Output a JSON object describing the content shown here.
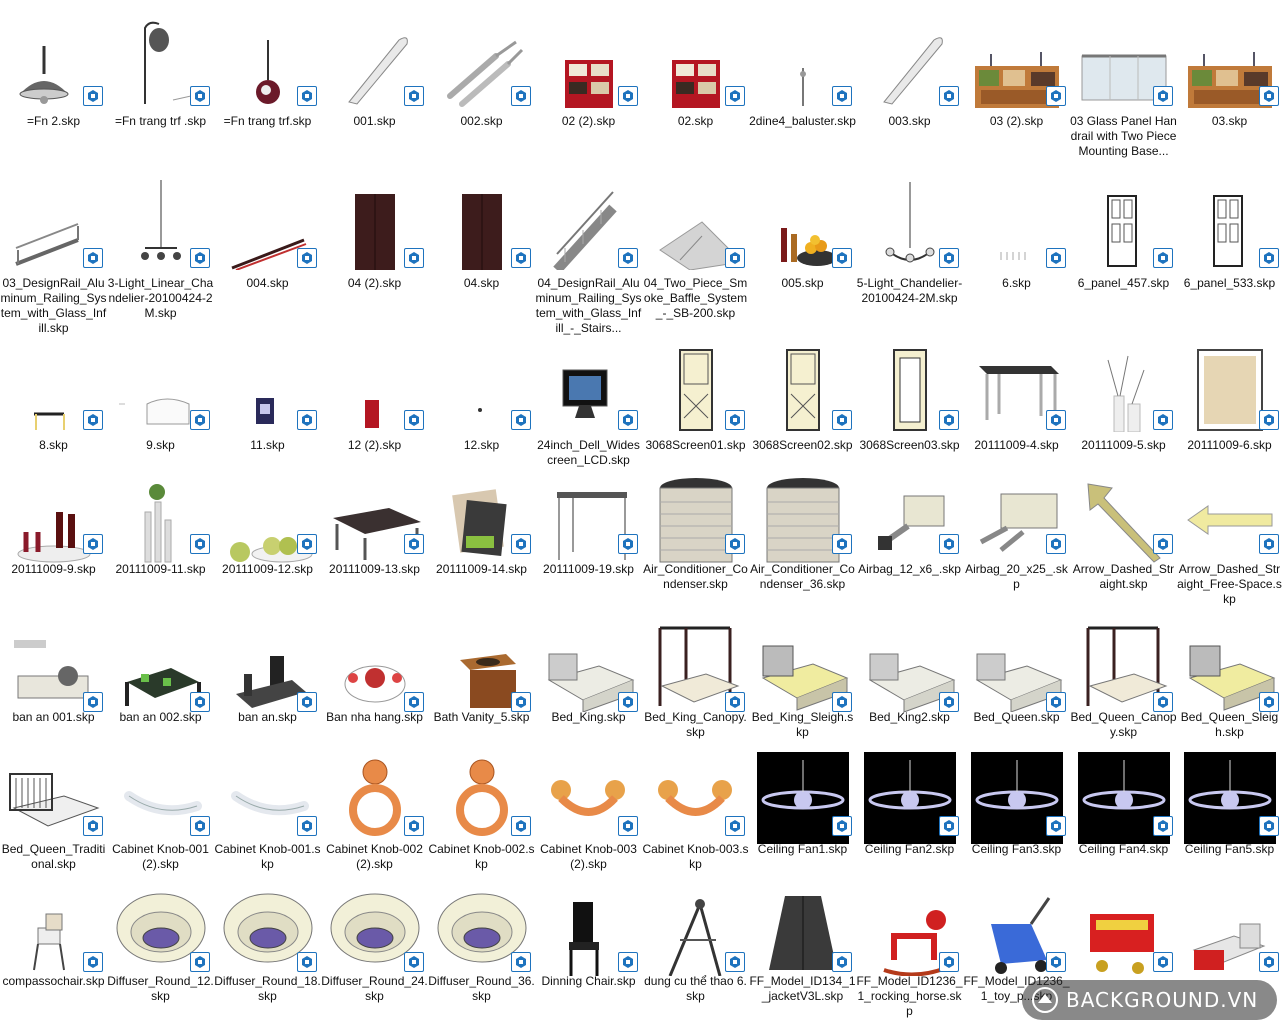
{
  "window": {
    "title": ""
  },
  "badge_icon": "sketchup-file-icon",
  "colors": {
    "badge_border": "#1e73be",
    "badge_fill": "#ffffff"
  },
  "watermark": {
    "text": "BACKGROUND.VN"
  },
  "files": [
    {
      "name": "=Fn 2.skp",
      "icon": "pendant-lamp"
    },
    {
      "name": "=Fn trang trf .skp",
      "icon": "floor-lamp"
    },
    {
      "name": "=Fn trang trf.skp",
      "icon": "pendant-lamp-small"
    },
    {
      "name": "001.skp",
      "icon": "knife"
    },
    {
      "name": "002.skp",
      "icon": "forks"
    },
    {
      "name": "02 (2).skp",
      "icon": "red-shelf"
    },
    {
      "name": "02.skp",
      "icon": "red-shelf"
    },
    {
      "name": "2dine4_baluster.skp",
      "icon": "baluster"
    },
    {
      "name": "003.skp",
      "icon": "knife"
    },
    {
      "name": "03 (2).skp",
      "icon": "bookshelf"
    },
    {
      "name": "03 Glass Panel Handrail with Two Piece Mounting Base...",
      "icon": "glass-rail"
    },
    {
      "name": "03.skp",
      "icon": "bookshelf"
    },
    {
      "name": "03_DesignRail_Aluminum_Railing_System_with_Glass_Infill.skp",
      "icon": "rail"
    },
    {
      "name": "3-Light_Linear_Chandelier-20100424-2M.skp",
      "icon": "linear-chandelier"
    },
    {
      "name": "004.skp",
      "icon": "chopsticks"
    },
    {
      "name": "04 (2).skp",
      "icon": "wardrobe"
    },
    {
      "name": "04.skp",
      "icon": "wardrobe"
    },
    {
      "name": "04_DesignRail_Aluminum_Railing_System_with_Glass_Infill_-_Stairs...",
      "icon": "stairs-rail"
    },
    {
      "name": "04_Two_Piece_Smoke_Baffle_System_-_SB-200.skp",
      "icon": "baffle"
    },
    {
      "name": "005.skp",
      "icon": "fruit-bottles"
    },
    {
      "name": "5-Light_Chandelier-20100424-2M.skp",
      "icon": "chandelier"
    },
    {
      "name": "6.skp",
      "icon": "tiny-fence"
    },
    {
      "name": "6_panel_457.skp",
      "icon": "door"
    },
    {
      "name": "6_panel_533.skp",
      "icon": "door"
    },
    {
      "name": "8.skp",
      "icon": "small-table"
    },
    {
      "name": "9.skp",
      "icon": "curtain"
    },
    {
      "name": "11.skp",
      "icon": "poster"
    },
    {
      "name": "12 (2).skp",
      "icon": "red-panel"
    },
    {
      "name": "12.skp",
      "icon": "dot"
    },
    {
      "name": "24inch_Dell_Widescreen_LCD.skp",
      "icon": "monitor"
    },
    {
      "name": "3068Screen01.skp",
      "icon": "screen-door"
    },
    {
      "name": "3068Screen02.skp",
      "icon": "screen-door"
    },
    {
      "name": "3068Screen03.skp",
      "icon": "mirror-frame"
    },
    {
      "name": "20111009-4.skp",
      "icon": "canopy-table"
    },
    {
      "name": "20111009-5.skp",
      "icon": "vase-branches"
    },
    {
      "name": "20111009-6.skp",
      "icon": "framed-picture"
    },
    {
      "name": "20111009-9.skp",
      "icon": "wine-plates"
    },
    {
      "name": "20111009-11.skp",
      "icon": "plant-vases"
    },
    {
      "name": "20111009-12.skp",
      "icon": "apples"
    },
    {
      "name": "20111009-13.skp",
      "icon": "marble-table"
    },
    {
      "name": "20111009-14.skp",
      "icon": "magazines"
    },
    {
      "name": "20111009-19.skp",
      "icon": "side-table"
    },
    {
      "name": "Air_Conditioner_Condenser.skp",
      "icon": "ac-unit"
    },
    {
      "name": "Air_Conditioner_Condenser_36.skp",
      "icon": "ac-unit"
    },
    {
      "name": "Airbag_12_x6_.skp",
      "icon": "airbag"
    },
    {
      "name": "Airbag_20_x25_.skp",
      "icon": "airbag-wide"
    },
    {
      "name": "Arrow_Dashed_Straight.skp",
      "icon": "arrow-diagonal"
    },
    {
      "name": "Arrow_Dashed_Straight_Free-Space.skp",
      "icon": "arrow-left"
    },
    {
      "name": "ban an 001.skp",
      "icon": "dining-set"
    },
    {
      "name": "ban an 002.skp",
      "icon": "dining-table-green"
    },
    {
      "name": "ban an.skp",
      "icon": "dining-chairs"
    },
    {
      "name": "Ban nha hang.skp",
      "icon": "round-table"
    },
    {
      "name": "Bath Vanity_5.skp",
      "icon": "vanity"
    },
    {
      "name": "Bed_King.skp",
      "icon": "bed-white"
    },
    {
      "name": "Bed_King_Canopy.skp",
      "icon": "bed-canopy"
    },
    {
      "name": "Bed_King_Sleigh.skp",
      "icon": "bed-yellow"
    },
    {
      "name": "Bed_King2.skp",
      "icon": "bed-white"
    },
    {
      "name": "Bed_Queen.skp",
      "icon": "bed-white"
    },
    {
      "name": "Bed_Queen_Canopy.skp",
      "icon": "bed-canopy"
    },
    {
      "name": "Bed_Queen_Sleigh.skp",
      "icon": "bed-yellow"
    },
    {
      "name": "Bed_Queen_Traditional.skp",
      "icon": "bed-traditional"
    },
    {
      "name": "Cabinet Knob-001 (2).skp",
      "icon": "knob-bar"
    },
    {
      "name": "Cabinet Knob-001.skp",
      "icon": "knob-bar"
    },
    {
      "name": "Cabinet Knob-002 (2).skp",
      "icon": "knob-ring"
    },
    {
      "name": "Cabinet Knob-002.skp",
      "icon": "knob-ring"
    },
    {
      "name": "Cabinet Knob-003 (2).skp",
      "icon": "knob-pull"
    },
    {
      "name": "Cabinet Knob-003.skp",
      "icon": "knob-pull"
    },
    {
      "name": "Ceiling Fan1.skp",
      "icon": "fan-black"
    },
    {
      "name": "Ceiling Fan2.skp",
      "icon": "fan-black"
    },
    {
      "name": "Ceiling Fan3.skp",
      "icon": "fan-black"
    },
    {
      "name": "Ceiling Fan4.skp",
      "icon": "fan-black"
    },
    {
      "name": "Ceiling Fan5.skp",
      "icon": "fan-black"
    },
    {
      "name": "compassochair.skp",
      "icon": "chair-small"
    },
    {
      "name": "Diffuser_Round_12.skp",
      "icon": "diffuser"
    },
    {
      "name": "Diffuser_Round_18.skp",
      "icon": "diffuser"
    },
    {
      "name": "Diffuser_Round_24.skp",
      "icon": "diffuser"
    },
    {
      "name": "Diffuser_Round_36.skp",
      "icon": "diffuser"
    },
    {
      "name": "Dinning Chair.skp",
      "icon": "chair-black"
    },
    {
      "name": "dung cu thể thao 6.skp",
      "icon": "exercise"
    },
    {
      "name": "FF_Model_ID134_1_jacketV3L.skp",
      "icon": "jacket"
    },
    {
      "name": "FF_Model_ID1236_1_rocking_horse.skp",
      "icon": "rocking-horse"
    },
    {
      "name": "FF_Model_ID1236_1_toy_p...skp",
      "icon": "toy-walker"
    },
    {
      "name": "",
      "icon": "toolbox"
    },
    {
      "name": "",
      "icon": "reception-desk"
    }
  ]
}
